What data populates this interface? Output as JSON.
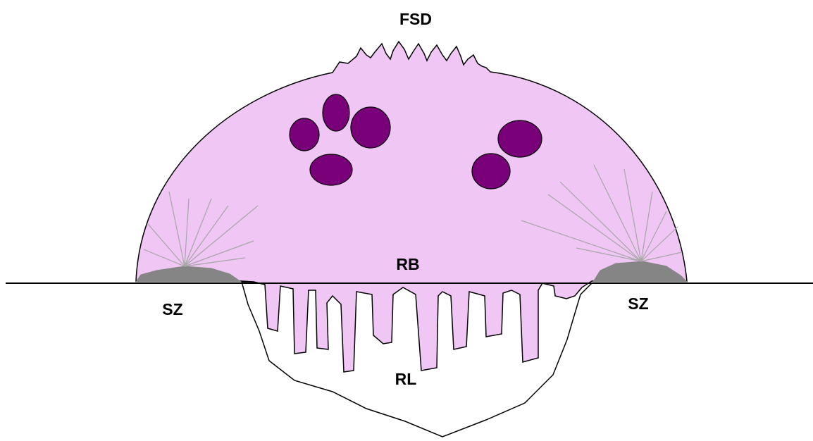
{
  "labels": {
    "fsd": "FSD",
    "rb": "RB",
    "rl": "RL",
    "sz_left": "SZ",
    "sz_right": "SZ"
  },
  "colors": {
    "cell_fill": "#efc6f4",
    "nucleus_fill": "#7a0079",
    "sealing_zone_fill": "#858585",
    "resorption_lacuna_fill": "#ffffff",
    "outline": "#000000",
    "fibers": "#a6a6a6"
  }
}
